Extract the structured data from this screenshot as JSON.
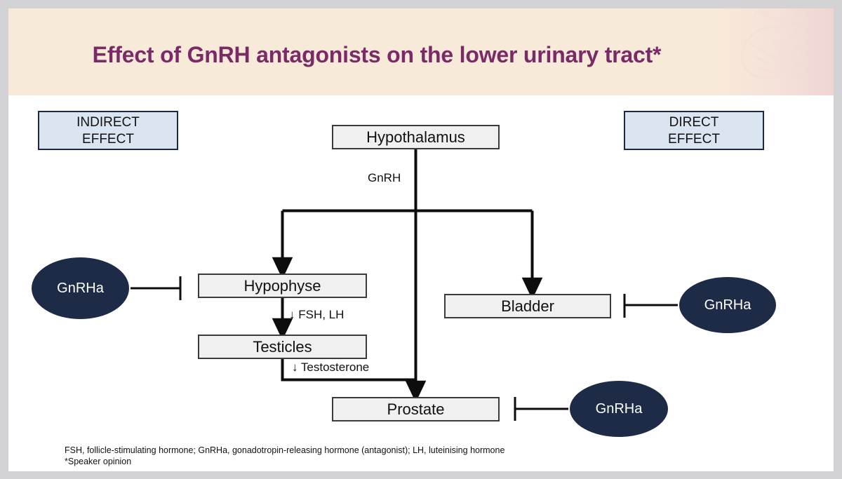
{
  "header": {
    "title": "Effect of GnRH antagonists on the lower urinary tract*",
    "title_color": "#7b2a68",
    "band_color": "#f8ead9",
    "watermark_icon": "botanical-leaf-watermark"
  },
  "legend": {
    "indirect_label": "INDIRECT\nEFFECT",
    "indirect_line1": "INDIRECT",
    "indirect_line2": "EFFECT",
    "direct_line1": "DIRECT",
    "direct_line2": "EFFECT",
    "box_fill": "#dbe5f2",
    "box_border": "#1b2a44"
  },
  "diagram": {
    "type": "flowchart",
    "box_fill": "#f0f0f0",
    "box_border": "#3b3b3b",
    "node_fill": "#1d2b46",
    "nodes": [
      {
        "id": "hypothalamus",
        "label": "Hypothalamus",
        "shape": "rect"
      },
      {
        "id": "hypophyse",
        "label": "Hypophyse",
        "shape": "rect"
      },
      {
        "id": "testicles",
        "label": "Testicles",
        "shape": "rect"
      },
      {
        "id": "bladder",
        "label": "Bladder",
        "shape": "rect"
      },
      {
        "id": "prostate",
        "label": "Prostate",
        "shape": "rect"
      },
      {
        "id": "gnrha-hypophyse",
        "label": "GnRHa",
        "shape": "ellipse"
      },
      {
        "id": "gnrha-bladder",
        "label": "GnRHa",
        "shape": "ellipse"
      },
      {
        "id": "gnrha-prostate",
        "label": "GnRHa",
        "shape": "ellipse"
      }
    ],
    "edge_labels": {
      "gnrh": "GnRH",
      "fsh_lh": "↓ FSH, LH",
      "testosterone": "↓ Testosterone"
    },
    "edges": [
      {
        "from": "hypothalamus",
        "to": "hypophyse",
        "label": "GnRH",
        "kind": "arrow"
      },
      {
        "from": "hypothalamus",
        "to": "bladder",
        "label": "",
        "kind": "arrow"
      },
      {
        "from": "hypothalamus",
        "to": "prostate",
        "label": "",
        "kind": "arrow"
      },
      {
        "from": "hypophyse",
        "to": "testicles",
        "label": "↓ FSH, LH",
        "kind": "arrow"
      },
      {
        "from": "testicles",
        "to": "prostate",
        "label": "↓ Testosterone",
        "kind": "arrow"
      },
      {
        "from": "gnrha-hypophyse",
        "to": "hypophyse",
        "label": "",
        "kind": "inhibition"
      },
      {
        "from": "gnrha-bladder",
        "to": "bladder",
        "label": "",
        "kind": "inhibition"
      },
      {
        "from": "gnrha-prostate",
        "to": "prostate",
        "label": "",
        "kind": "inhibition"
      }
    ]
  },
  "footnote": {
    "line1": "FSH, follicle-stimulating hormone; GnRHa, gonadotropin-releasing hormone (antagonist); LH, luteinising hormone",
    "line2": "*Speaker opinion"
  }
}
